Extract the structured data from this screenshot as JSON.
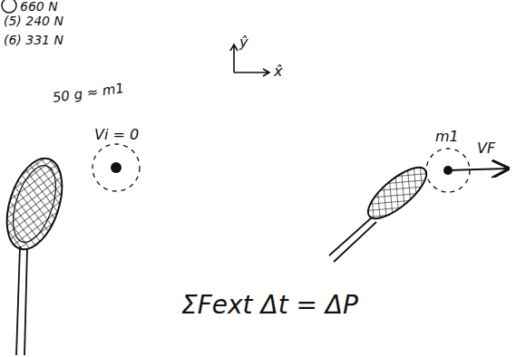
{
  "diagram": {
    "labels": [
      "660 N",
      "(5) 240 N",
      "(6) 331 N",
      "ŷ",
      "x̂",
      "50 g ≈ m1",
      "Vi = 0",
      "m1",
      "VF",
      "ΣFext Δt = ΔP"
    ]
  }
}
